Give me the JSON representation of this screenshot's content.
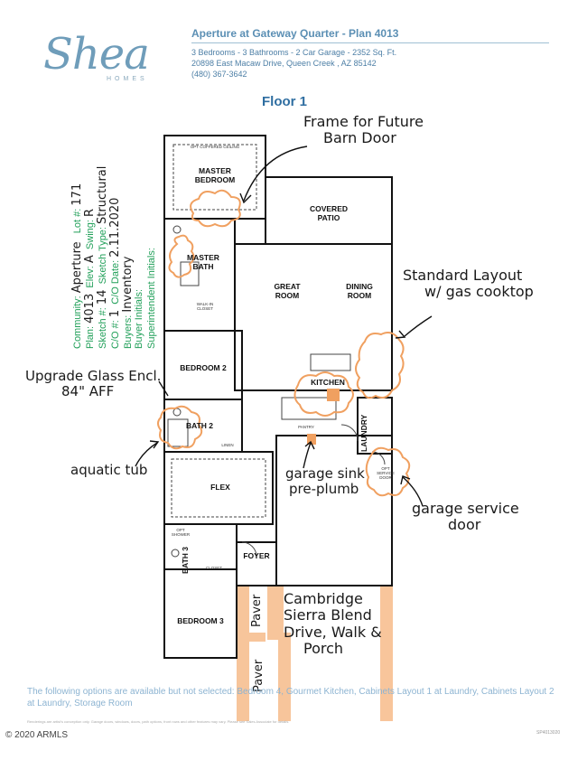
{
  "header": {
    "logo": "Shea",
    "logo_sub": "HOMES",
    "title": "Aperture at Gateway Quarter - Plan 4013",
    "line1": "3 Bedrooms - 3 Bathrooms - 2 Car Garage - 2352 Sq. Ft.",
    "line2": "20898 East Macaw Drive, Queen Creek , AZ 85142",
    "line3": "(480) 367-3642"
  },
  "floor_title": "Floor 1",
  "stamp": {
    "community_label": "Community:",
    "community_value": "Aperture",
    "lot_label": "Lot #:",
    "lot_value": "171",
    "plan_label": "Plan:",
    "plan_value": "4013",
    "elev_label": "Elev:",
    "elev_value": "A",
    "swing_label": "Swing:",
    "swing_value": "R",
    "sketch_label": "Sketch #:",
    "sketch_value": "14",
    "sketch_type_label": "Sketch Type:",
    "sketch_type_value": "Structural",
    "co_label": "C/O #:",
    "co_value": "1",
    "co_date_label": "C/O Date:",
    "co_date_value": "2.11.2020",
    "buyers_label": "Buyers:",
    "buyers_value": "Inventory",
    "buyer_initials_label": "Buyer Initials:",
    "super_label": "Superintendent Initials:"
  },
  "rooms": {
    "master_bedroom": "MASTER BEDROOM",
    "covered_patio": "COVERED PATIO",
    "master_bath": "MASTER BATH",
    "great_room": "GREAT ROOM",
    "dining_room": "DINING ROOM",
    "bedroom2": "BEDROOM 2",
    "kitchen": "KITCHEN",
    "bath2": "BATH 2",
    "laundry": "LAUNDRY",
    "flex": "FLEX",
    "bath3": "BATH 3",
    "foyer": "FOYER",
    "bedroom3": "BEDROOM 3",
    "walkin": "WALK-IN CLOSET",
    "opt_ceiling": "OPT COFFERED CEILING",
    "pantry": "PANTRY",
    "linen": "LINEN",
    "closet": "CLOSET",
    "opt_shower": "OPT SHOWER",
    "opt_service_door": "OPT SERVICE DOOR"
  },
  "notes": {
    "barn_door": [
      "Frame for Future",
      "Barn Door"
    ],
    "standard_layout": [
      "Standard Layout",
      "w/ gas cooktop"
    ],
    "glass_enc": [
      "Upgrade Glass Encl.",
      "84\" AFF"
    ],
    "aquatic_tub": "aquatic tub",
    "garage_sink": [
      "garage sink",
      "pre-plumb"
    ],
    "garage_service": [
      "garage service",
      "door"
    ],
    "cambridge": [
      "Cambridge",
      "Sierra Blend",
      "Drive, Walk &",
      "Porch"
    ],
    "paver1": "Paver",
    "paver2": "Paver"
  },
  "footer": {
    "text": "The following options are available but not selected: Bedroom 4, Gourmet Kitchen, Cabinets Layout 1 at Laundry, Cabinets Layout 2 at Laundry, Storage Room",
    "fine": "Renderings are artist's conception only. Garage doors, windows, doors, path options, front rows and other features may vary. Please see Sales Associate for details.",
    "copyright": "2020 ARMLS",
    "code": "SP4013020"
  },
  "colors": {
    "brand_blue": "#5b8fb4",
    "stamp_green": "#22a05a",
    "highlight_orange": "#f0a060",
    "footer_blue": "#8db4d2"
  }
}
